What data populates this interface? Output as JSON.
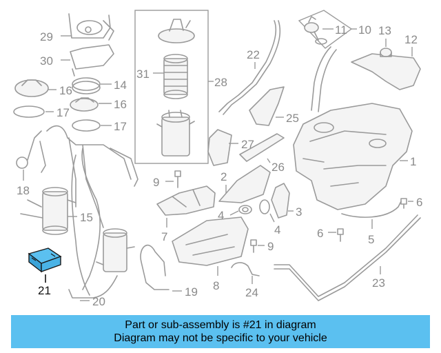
{
  "callouts": {
    "c1": "1",
    "c2": "2",
    "c3": "3",
    "c4a": "4",
    "c4b": "4",
    "c5": "5",
    "c6a": "6",
    "c6b": "6",
    "c7": "7",
    "c8": "8",
    "c9a": "9",
    "c9b": "9",
    "c10": "10",
    "c11": "11",
    "c12": "12",
    "c13": "13",
    "c14": "14",
    "c15": "15",
    "c16a": "16",
    "c16b": "16",
    "c17a": "17",
    "c17b": "17",
    "c18": "18",
    "c19": "19",
    "c20": "20",
    "c21": "21",
    "c22": "22",
    "c23": "23",
    "c24": "24",
    "c25": "25",
    "c26": "26",
    "c27": "27",
    "c28": "28",
    "c29": "29",
    "c30": "30",
    "c31": "31"
  },
  "highlight_color": "#5bc0f0",
  "banner": {
    "line1": "Part or sub-assembly is #21 in diagram",
    "line2": "Diagram may not be specific to your vehicle"
  }
}
